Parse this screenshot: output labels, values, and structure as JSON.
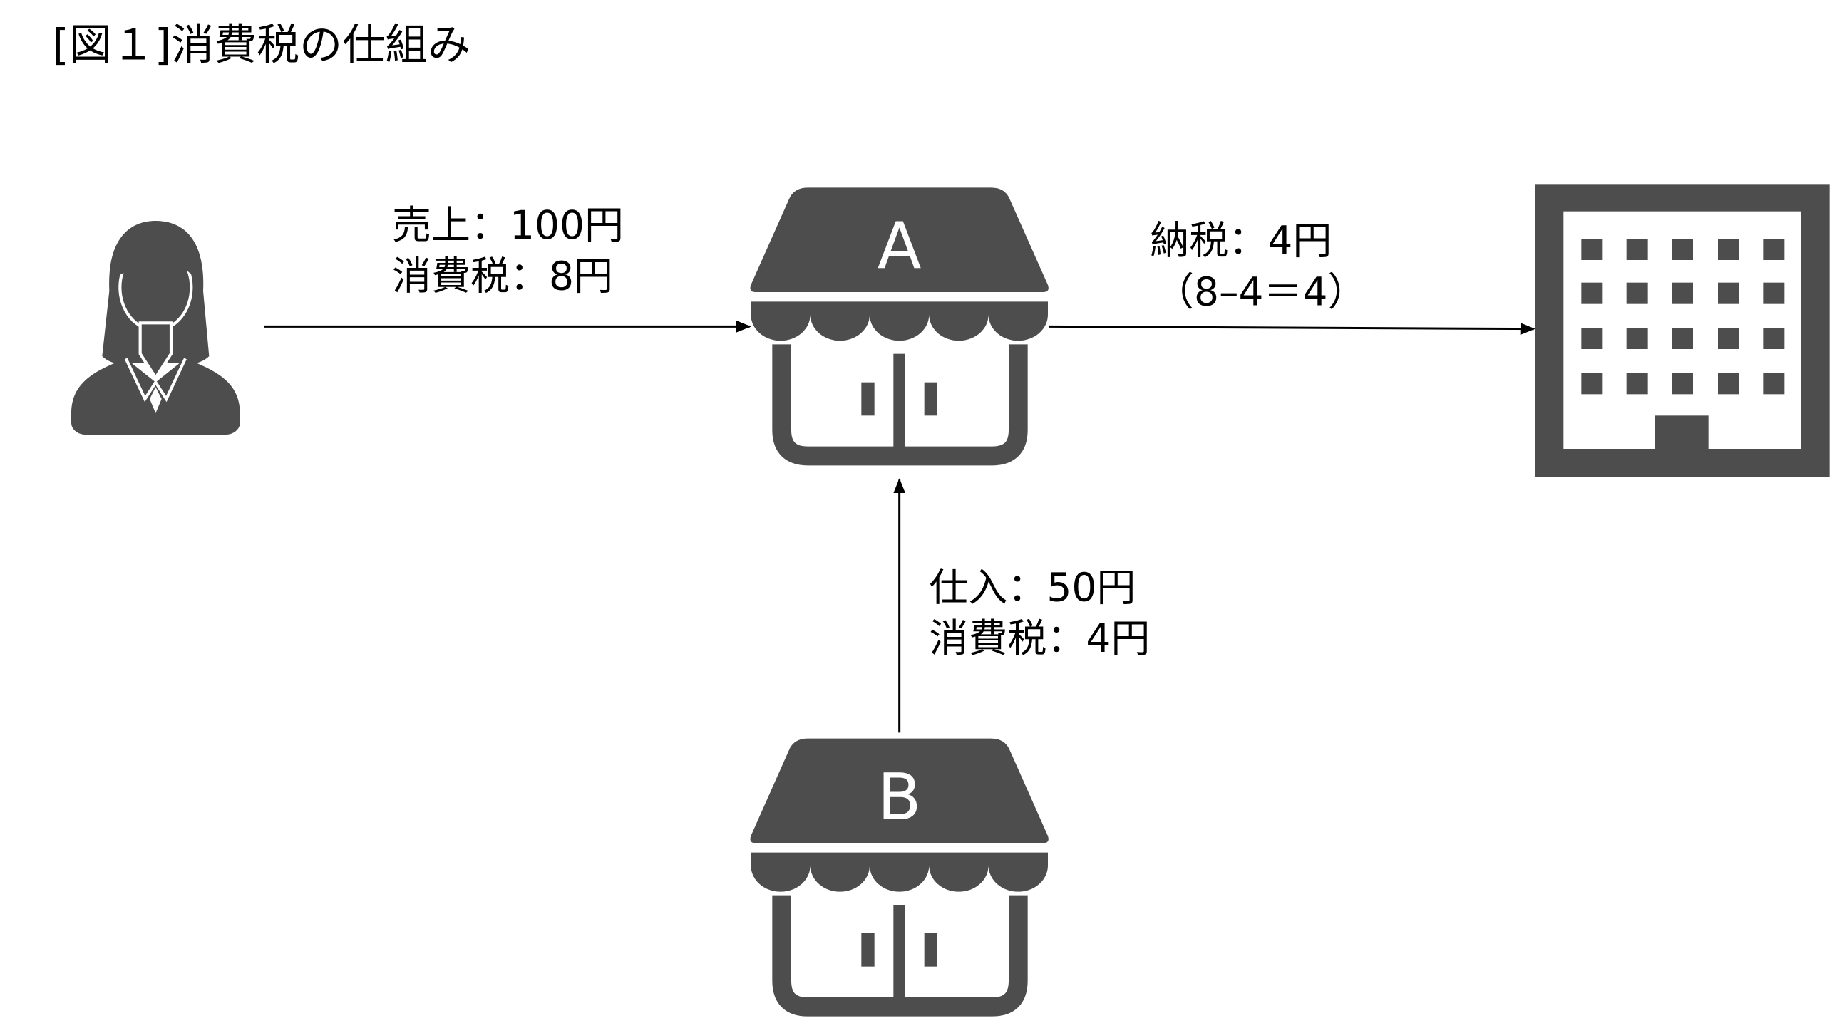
{
  "title": "[図１]消費税の仕組み",
  "nodes": {
    "consumer": {
      "icon": "person-icon"
    },
    "shop_a": {
      "label": "A",
      "icon": "shop-icon"
    },
    "shop_b": {
      "label": "B",
      "icon": "shop-icon"
    },
    "tax_office": {
      "icon": "office-building-icon"
    }
  },
  "edges": {
    "consumer_to_a": {
      "line1": "売上：100円",
      "line2": "消費税：8円"
    },
    "a_to_office": {
      "line1": "納税：4円",
      "line2": "（8–4＝4）"
    },
    "b_to_a": {
      "line1": "仕入：50円",
      "line2": "消費税：4円"
    }
  },
  "colors": {
    "icon": "#4d4d4d",
    "line": "#000000",
    "text": "#000000",
    "background": "#ffffff"
  }
}
